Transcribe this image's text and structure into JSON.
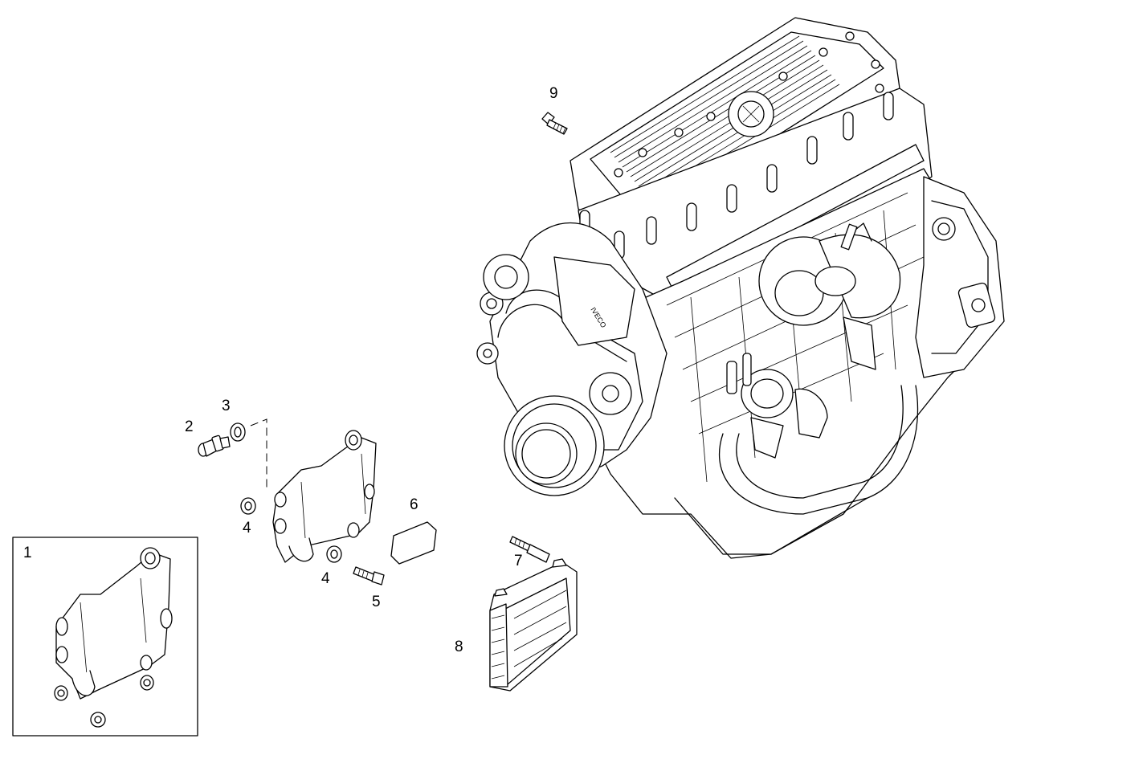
{
  "diagram": {
    "callouts": [
      "1",
      "2",
      "3",
      "4",
      "4",
      "5",
      "6",
      "7",
      "8",
      "9"
    ],
    "engine_brand_text": "IVECO"
  },
  "colors": {
    "line": "#000000",
    "background": "#ffffff"
  }
}
